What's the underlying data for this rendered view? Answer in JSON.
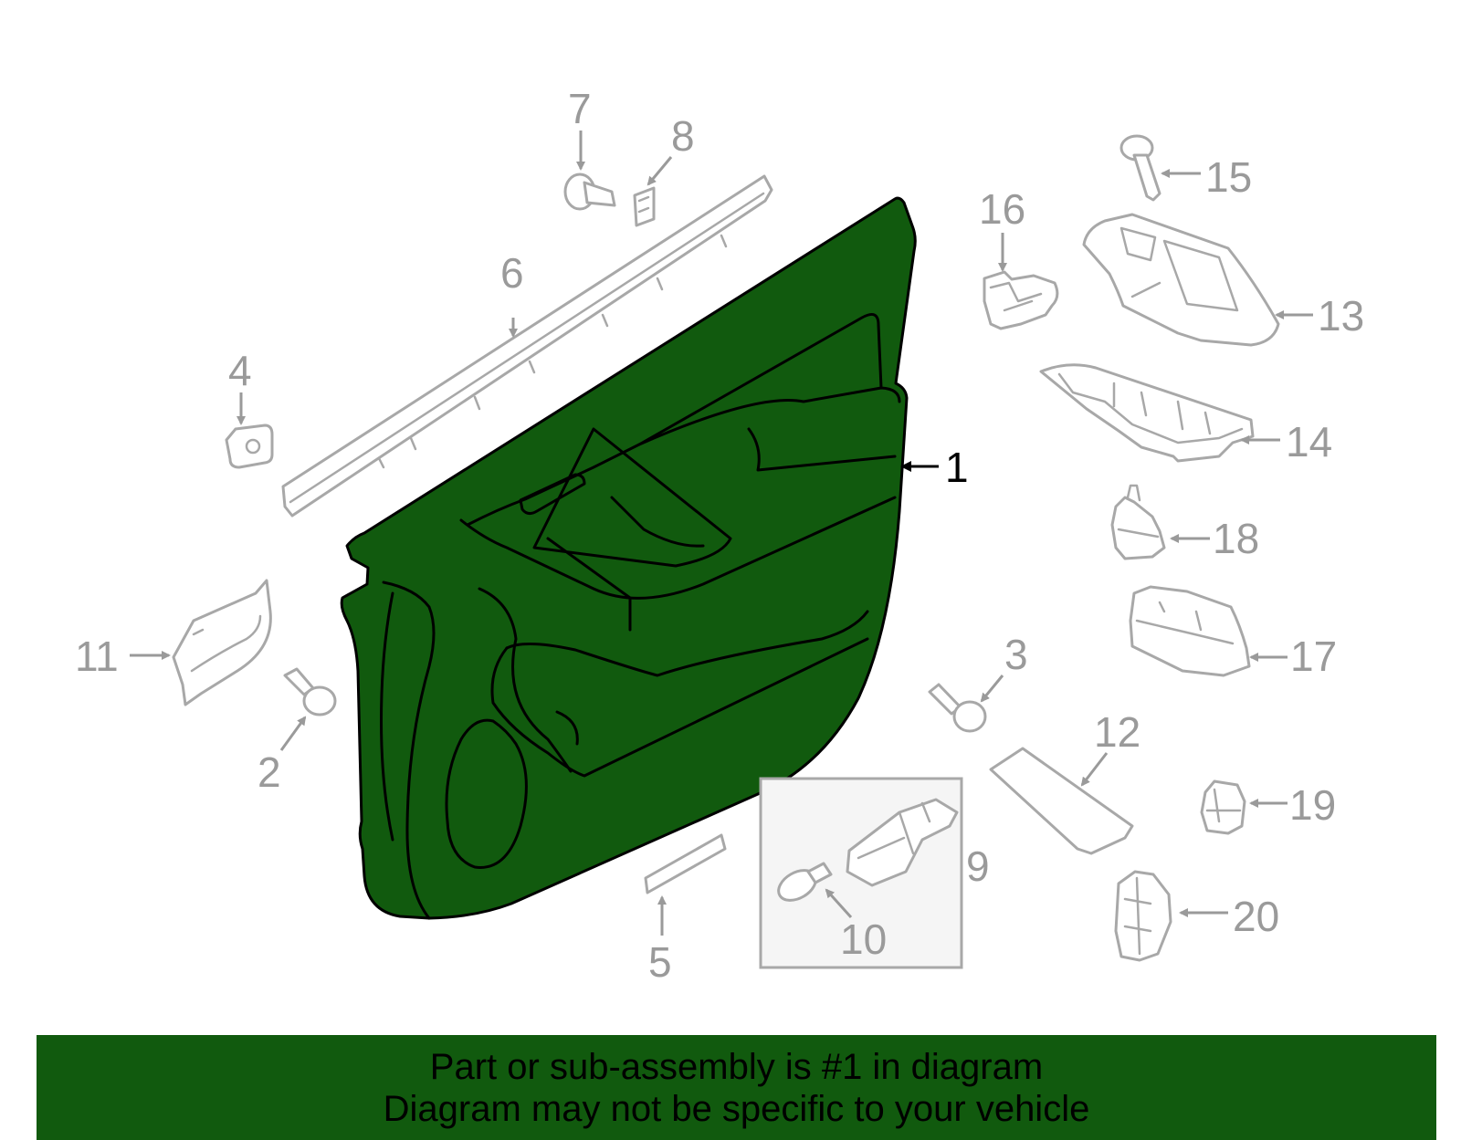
{
  "colors": {
    "highlight": "#115a0e",
    "parts_gray": "#a8a8a8",
    "callout_gray": "#9a9a9a",
    "outline": "#000000"
  },
  "callouts": {
    "c1": "1",
    "c2": "2",
    "c3": "3",
    "c4": "4",
    "c5": "5",
    "c6": "6",
    "c7": "7",
    "c8": "8",
    "c9": "9",
    "c10": "10",
    "c11": "11",
    "c12": "12",
    "c13": "13",
    "c14": "14",
    "c15": "15",
    "c16": "16",
    "c17": "17",
    "c18": "18",
    "c19": "19",
    "c20": "20"
  },
  "banner": {
    "line1": "Part or sub-assembly is #1 in diagram",
    "line2": "Diagram may not be specific to your vehicle"
  }
}
